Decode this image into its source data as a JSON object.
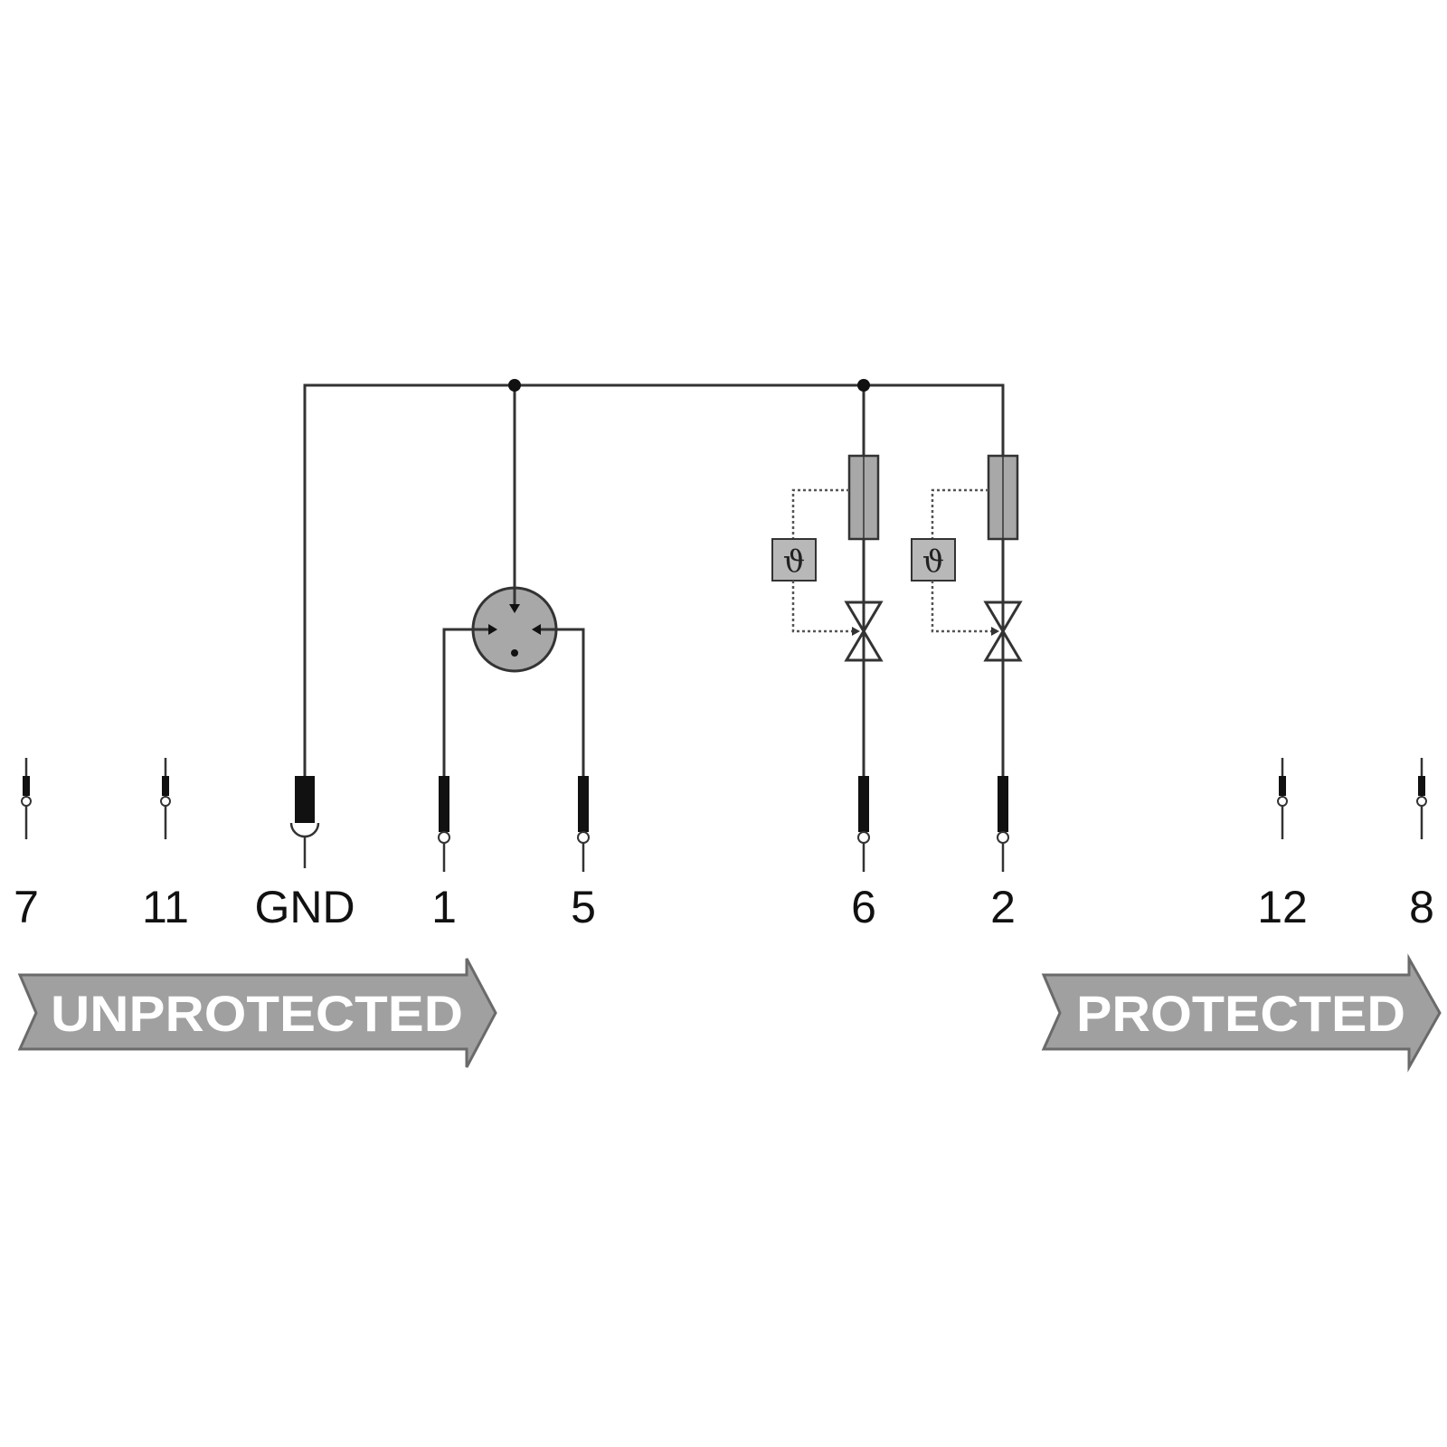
{
  "terminals": [
    {
      "id": "7",
      "label": "7",
      "connected": false
    },
    {
      "id": "11",
      "label": "11",
      "connected": false
    },
    {
      "id": "gnd",
      "label": "GND",
      "connected": true
    },
    {
      "id": "1",
      "label": "1",
      "connected": true
    },
    {
      "id": "5",
      "label": "5",
      "connected": true
    },
    {
      "id": "6",
      "label": "6",
      "connected": true
    },
    {
      "id": "2",
      "label": "2",
      "connected": true
    },
    {
      "id": "12",
      "label": "12",
      "connected": false
    },
    {
      "id": "8",
      "label": "8",
      "connected": false
    }
  ],
  "banners": {
    "left": "UNPROTECTED",
    "right": "PROTECTED"
  },
  "thermal_fuse_symbol": "ϑ",
  "colors": {
    "wire": "#333333",
    "component_fill": "#a8a8a8",
    "banner_fill": "#a0a0a0"
  }
}
